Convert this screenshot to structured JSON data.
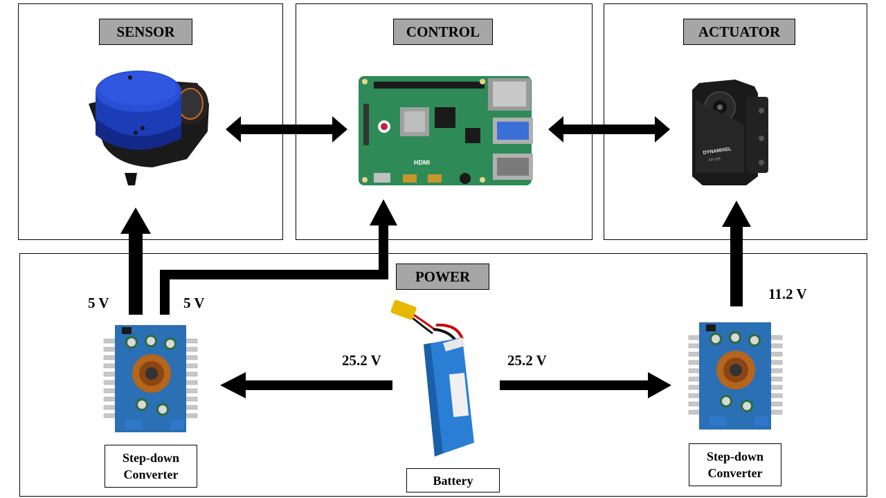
{
  "sections": {
    "sensor": {
      "title": "SENSOR"
    },
    "control": {
      "title": "CONTROL"
    },
    "actuator": {
      "title": "ACTUATOR"
    },
    "power": {
      "title": "POWER"
    }
  },
  "components": {
    "lidar": {
      "icon": "lidar-sensor-icon"
    },
    "board": {
      "icon": "raspberry-pi-board-icon",
      "brand_text": "HDMI"
    },
    "servo": {
      "icon": "dynamixel-servo-icon",
      "brand_text": "DYNAMIXEL",
      "model_text": "AX-12A"
    },
    "left_converter": {
      "caption": "Step-down\nConverter"
    },
    "right_converter": {
      "caption": "Step-down\nConverter"
    },
    "battery": {
      "caption": "Battery"
    }
  },
  "voltages": {
    "sensor_feed": "5 V",
    "control_feed": "5 V",
    "actuator_feed": "11.2 V",
    "battery_left": "25.2 V",
    "battery_right": "25.2 V"
  },
  "colors": {
    "title_bg": "#a6a6a6",
    "arrow": "#000000",
    "pcb_green": "#2e8b57",
    "lidar_blue": "#1f3fbf",
    "battery_blue": "#2a7fd4",
    "converter_pcb": "#2b6fb5"
  }
}
